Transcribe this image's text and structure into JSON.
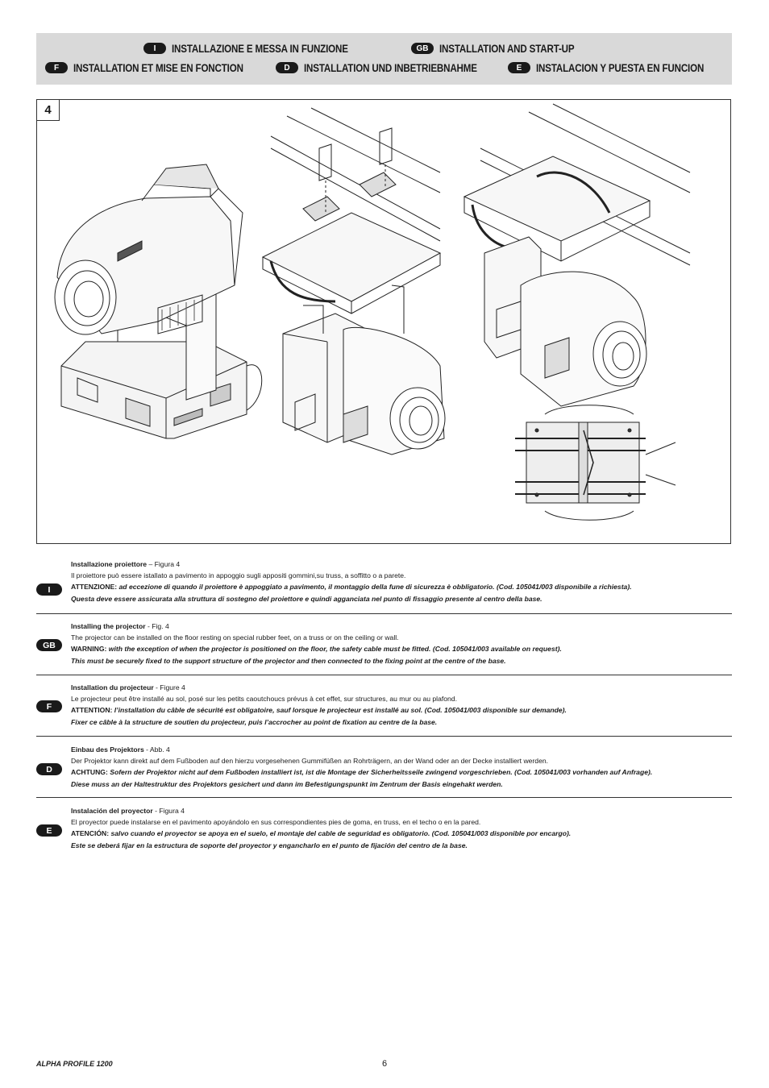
{
  "header": {
    "items": [
      {
        "badge": "I",
        "label": "INSTALLAZIONE E MESSA IN FUNZIONE"
      },
      {
        "badge": "GB",
        "label": "INSTALLATION AND START-UP"
      },
      {
        "badge": "F",
        "label": "INSTALLATION ET MISE EN FONCTION"
      },
      {
        "badge": "D",
        "label": "INSTALLATION UND INBETRIEBNAHME"
      },
      {
        "badge": "E",
        "label": "INSTALACION Y PUESTA EN FUNCION"
      }
    ]
  },
  "figure": {
    "number": "4"
  },
  "sections": [
    {
      "badge": "I",
      "title": "Installazione proiettore",
      "ref": " – Figura 4",
      "body": "Il proiettore può essere istallato a pavimento in appoggio sugli appositi gommini,su truss, a soffitto o a parete.",
      "warn_label": "ATTENZIONE:",
      "warn1": " ad eccezione di quando il proiettore è appoggiato a pavimento, il montaggio della fune di sicurezza è obbligatorio. (Cod. 105041/003 disponibile a richiesta).",
      "warn2": "Questa deve essere assicurata alla struttura di sostegno del proiettore e quindi agganciata nel punto di fissaggio presente al centro della base."
    },
    {
      "badge": "GB",
      "title": "Installing the projector",
      "ref": " - Fig. 4",
      "body": "The projector can be installed on the floor resting on special rubber feet, on a truss or on the ceiling or wall.",
      "warn_label": "WARNING:",
      "warn1": " with the exception of when the projector is positioned on the floor, the safety cable must be fitted. (Cod. 105041/003 available on request).",
      "warn2": "This must be securely fixed to the support structure of the projector and then connected to the fixing point at the centre of the base."
    },
    {
      "badge": "F",
      "title": "Installation du projecteur",
      "ref": " - Figure 4",
      "body": "Le projecteur peut être installé au sol, posé sur les petits caoutchoucs prévus à cet effet, sur structures, au mur ou au plafond.",
      "warn_label": "ATTENTION:",
      "warn1": " l’installation du câble de sécurité est obligatoire, sauf lorsque le projecteur est installé au sol. (Cod. 105041/003 disponible sur demande).",
      "warn2": "Fixer ce câble à la structure de soutien du projecteur, puis l’accrocher au point de fixation au centre de la base."
    },
    {
      "badge": "D",
      "title": "Einbau des Projektors",
      "ref": " - Abb. 4",
      "body": "Der Projektor kann direkt auf dem Fußboden auf den hierzu vorgesehenen Gummifüßen an Rohrträgern, an der Wand oder an der Decke installiert werden.",
      "warn_label": "ACHTUNG:",
      "warn1": " Sofern der Projektor nicht auf dem Fußboden installiert ist, ist die Montage der Sicherheitsseile zwingend vorgeschrieben. (Cod. 105041/003 vorhanden auf Anfrage).",
      "warn2": "Diese muss an der Haltestruktur des Projektors gesichert und dann im Befestigungspunkt im Zentrum der Basis eingehakt werden."
    },
    {
      "badge": "E",
      "title": "Instalación del proyector",
      "ref": " - Figura 4",
      "body": "El proyector puede instalarse en el pavimento apoyándolo en sus correspondientes pies de goma, en truss, en el techo o en la pared.",
      "warn_label": "ATENCIÓN:",
      "warn1": " salvo cuando el proyector se apoya en el suelo, el montaje del cable de seguridad es obligatorio. (Cod. 105041/003 disponible por encargo).",
      "warn2": "Este se deberá fijar en la estructura de soporte del proyector y engancharlo en el punto de fijación del centro de la base."
    }
  ],
  "footer": {
    "product": "ALPHA PROFILE 1200",
    "page": "6"
  }
}
